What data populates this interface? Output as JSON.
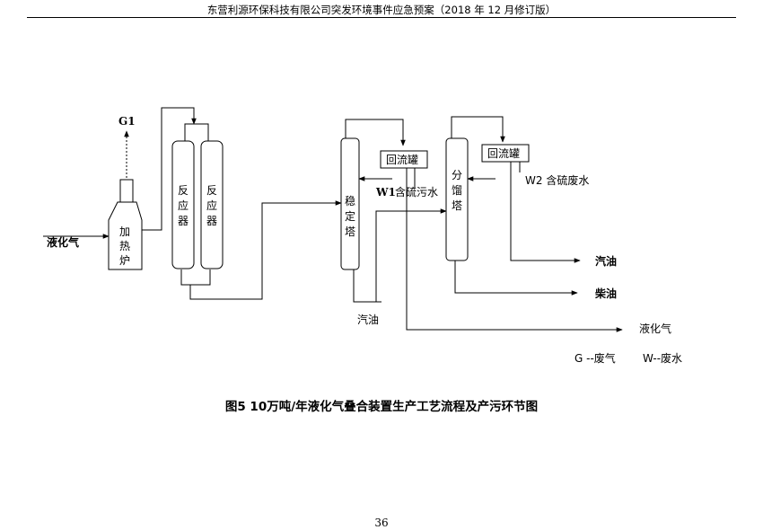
{
  "header": {
    "title": "东营利源环保科技有限公司突发环境事件应急预案（2018 年 12 月修订版）"
  },
  "diagram": {
    "feed": "液化气",
    "furnace": "加热炉",
    "furnace_label": [
      "加",
      "热",
      "炉"
    ],
    "gas_emission": "G1",
    "reactor": "反应器",
    "reactor1_label": [
      "反",
      "应",
      "器"
    ],
    "reactor2_label": [
      "反",
      "应",
      "器"
    ],
    "stabilizer": "稳定塔",
    "stabilizer_label": [
      "稳",
      "定",
      "塔"
    ],
    "reflux_tank_1": "回流罐",
    "wastewater_1_code": "W1",
    "wastewater_1_desc": "含硫污水",
    "stabilizer_bottom": "汽油",
    "fractionator": "分馏塔",
    "fractionator_label": [
      "分",
      "馏",
      "塔"
    ],
    "reflux_tank_2": "回流罐",
    "wastewater_2": "W2 含硫废水",
    "product_gasoline": "汽油",
    "product_diesel": "柴油",
    "product_lpg": "液化气",
    "legend_gas": "G --废气",
    "legend_water": "W--废水"
  },
  "caption": "图5 10万吨/年液化气叠合装置生产工艺流程及产污环节图",
  "page_number": "36"
}
